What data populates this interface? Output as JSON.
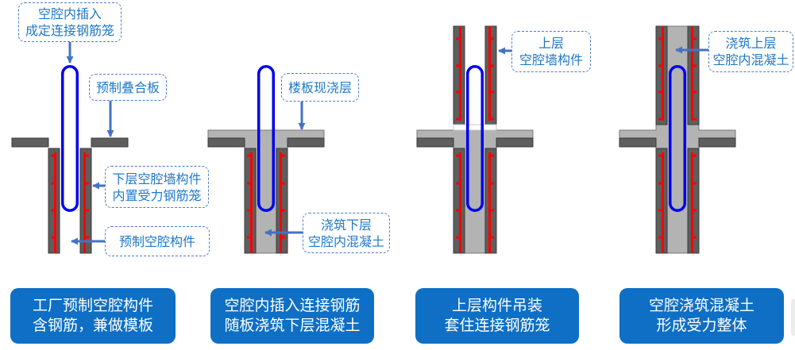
{
  "colors": {
    "caption_background": "#0e6fc5",
    "caption_text": "#ffffff",
    "callout_text": "#1f78c8",
    "callout_border": "#4a7dc8",
    "arrow": "#4472c4",
    "rebar": "#ff0000",
    "connecting_cage": "#0000ee",
    "precast_concrete": "#5e5e5e",
    "cast_in_place_concrete": "#b3b3b3"
  },
  "steps": [
    {
      "caption": [
        "工厂预制空腔构件",
        "含钢筋，兼做模板"
      ],
      "callouts": [
        {
          "lines": [
            "空腔内插入",
            "成定连接钢筋笼"
          ]
        },
        {
          "lines": [
            "预制叠合板"
          ]
        },
        {
          "lines": [
            "下层空腔墙构件",
            "内置受力钢筋笼"
          ]
        },
        {
          "lines": [
            "预制空腔构件"
          ]
        }
      ]
    },
    {
      "caption": [
        "空腔内插入连接钢筋",
        "随板浇筑下层混凝土"
      ],
      "callouts": [
        {
          "lines": [
            "楼板现浇层"
          ]
        },
        {
          "lines": [
            "浇筑下层",
            "空腔内混凝土"
          ]
        }
      ]
    },
    {
      "caption": [
        "上层构件吊装",
        "套住连接钢筋笼"
      ],
      "callouts": [
        {
          "lines": [
            "上层",
            "空腔墙构件"
          ]
        }
      ]
    },
    {
      "caption": [
        "空腔浇筑混凝土",
        "形成受力整体"
      ],
      "callouts": [
        {
          "lines": [
            "浇筑上层",
            "空腔内混凝土"
          ]
        }
      ]
    }
  ]
}
